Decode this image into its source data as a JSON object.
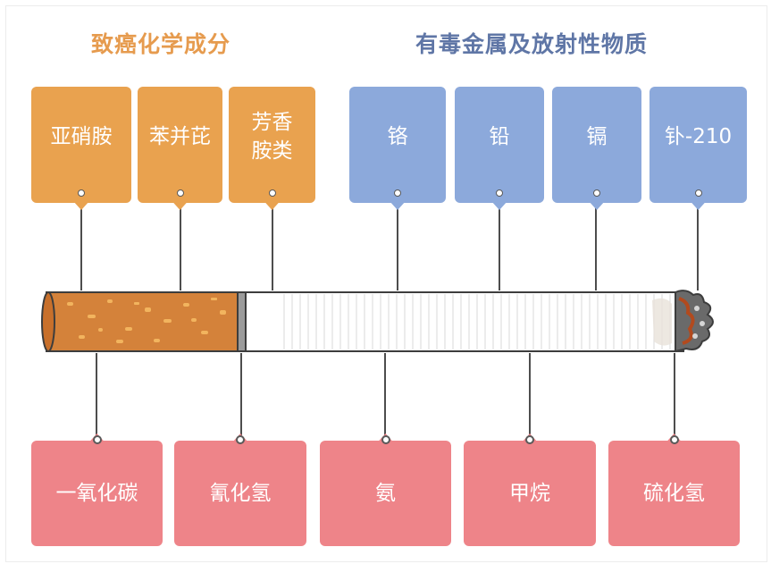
{
  "headings": {
    "carcinogens": "致癌化学成分",
    "toxic_metals": "有毒金属及放射性物质"
  },
  "carcinogens": [
    "亚硝胺",
    "苯并芘",
    "芳香\n胺类"
  ],
  "toxic_metals": [
    "铬",
    "铅",
    "镉",
    "钋-210"
  ],
  "toxic_gases": [
    "一氧化碳",
    "氰化氢",
    "氨",
    "甲烷",
    "硫化氢"
  ],
  "colors": {
    "orange": "#e9a24f",
    "blue": "#8ca9db",
    "pink": "#ee8489",
    "filter": "#d4823a",
    "line": "#4d4d4d"
  },
  "icons": {
    "cigarette": "cigarette-illustration"
  }
}
